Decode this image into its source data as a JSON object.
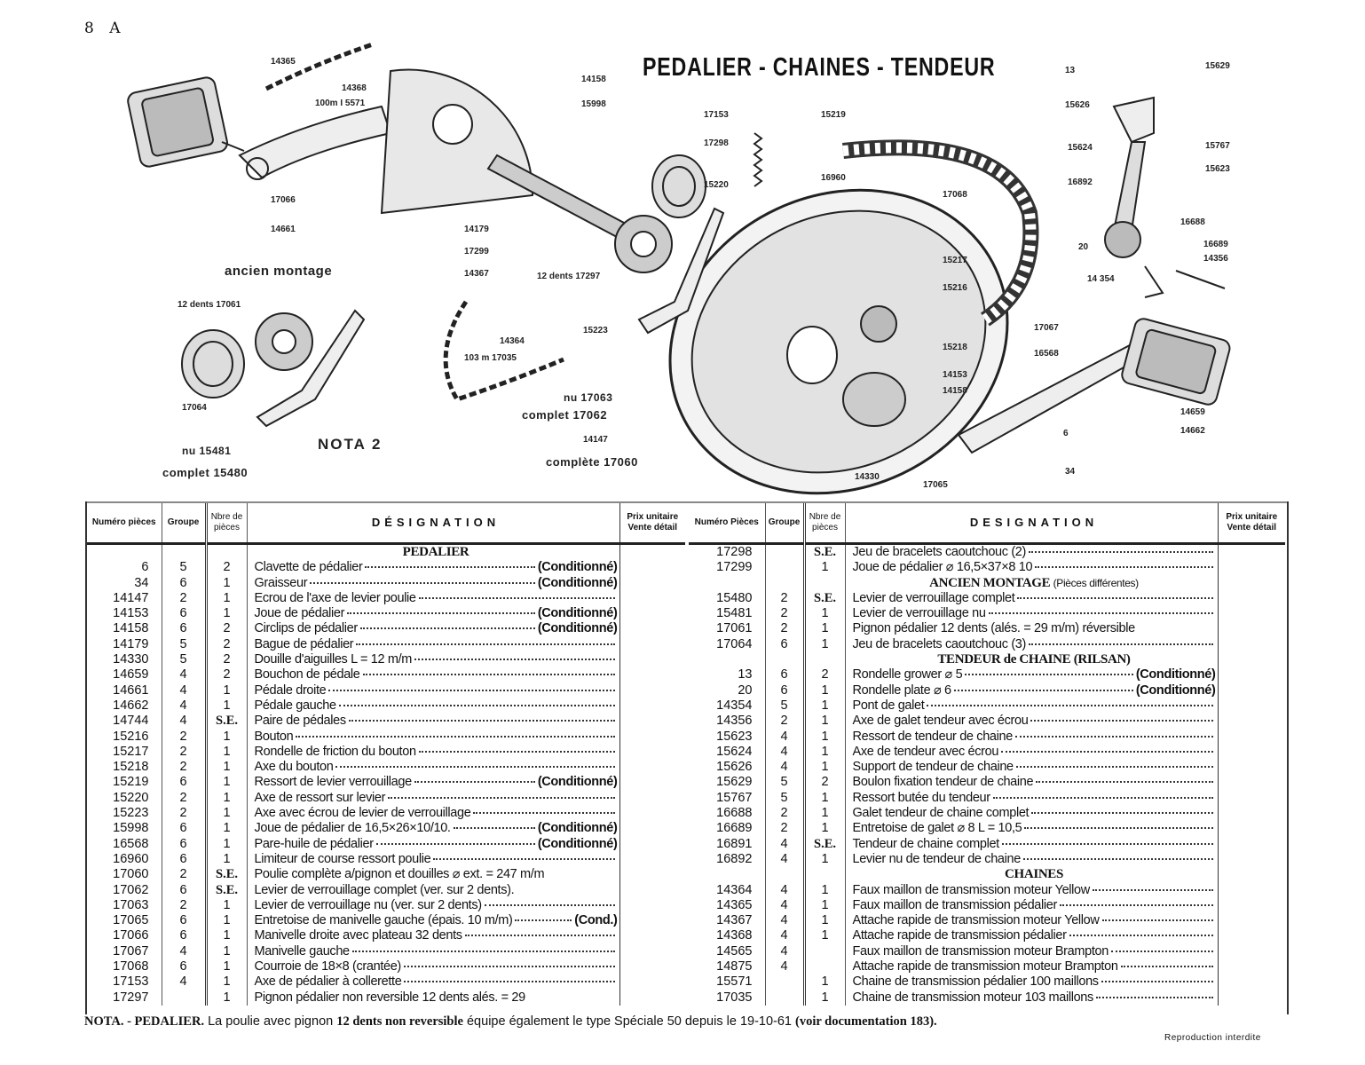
{
  "page": {
    "number": "8 A",
    "title": "PEDALIER - CHAINES - TENDEUR",
    "reproduction": "Reproduction interdite"
  },
  "diagram_labels": {
    "l14365": "14365",
    "l14368": "14368",
    "l15571": "100m I 5571",
    "l14158a": "14158",
    "l15998": "15998",
    "l17153": "17153",
    "l15219": "15219",
    "l13": "13",
    "l15629": "15629",
    "l15626": "15626",
    "l17298": "17298",
    "l15624": "15624",
    "l15767": "15767",
    "l15623": "15623",
    "l16892": "16892",
    "l15220": "15220",
    "l16960": "16960",
    "l17068": "17068",
    "l17066": "17066",
    "l14661": "14661",
    "l14179": "14179",
    "l17299": "17299",
    "l16688": "16688",
    "l20": "20",
    "l16689": "16689",
    "l14356": "14356",
    "ancien": "ancien montage",
    "l15217": "15217",
    "l14367": "14367",
    "l17297": "12 dents 17297",
    "l14354": "14 354",
    "l15216": "15216",
    "l17061": "12 dents 17061",
    "l14364": "14364",
    "l15223": "15223",
    "l17067": "17067",
    "l15218": "15218",
    "l17035": "103 m 17035",
    "l16568": "16568",
    "l14153": "14153",
    "l14158b": "14158",
    "l17063": "nu 17063",
    "l17064": "17064",
    "l17062": "complet 17062",
    "l14659": "14659",
    "l14662": "14662",
    "l6": "6",
    "l14147": "14147",
    "nota2": "NOTA 2",
    "l15481": "nu 15481",
    "l34": "34",
    "l17060": "complète 17060",
    "l14330": "14330",
    "l17065": "17065",
    "l15480": "complet 15480"
  },
  "table_headers_left": {
    "num": "Numéro pièces",
    "groupe": "Groupe",
    "nbre": "Nbre de pièces",
    "designation": "DÉSIGNATION",
    "prix": "Prix unitaire Vente détail"
  },
  "table_headers_right": {
    "num": "Numéro Pièces",
    "groupe": "Groupe",
    "nbre": "Nbre de pièces",
    "designation": "DESIGNATION",
    "prix": "Prix unitaire Vente détail"
  },
  "left_rows": [
    {
      "section": "PEDALIER"
    },
    {
      "num": "6",
      "grp": "5",
      "nb": "2",
      "des": "Clavette de pédalier",
      "suffix": "(Conditionné)"
    },
    {
      "num": "34",
      "grp": "6",
      "nb": "1",
      "des": "Graisseur",
      "suffix": "(Conditionné)"
    },
    {
      "num": "14147",
      "grp": "2",
      "nb": "1",
      "des": "Ecrou de l'axe de levier poulie",
      "suffix": ""
    },
    {
      "num": "14153",
      "grp": "6",
      "nb": "1",
      "des": "Joue de pédalier",
      "suffix": "(Conditionné)"
    },
    {
      "num": "14158",
      "grp": "6",
      "nb": "2",
      "des": "Circlips de pédalier",
      "suffix": "(Conditionné)"
    },
    {
      "num": "14179",
      "grp": "5",
      "nb": "2",
      "des": "Bague de pédalier",
      "suffix": ""
    },
    {
      "num": "14330",
      "grp": "5",
      "nb": "2",
      "des": "Douille d'aiguilles L = 12 m/m",
      "suffix": ""
    },
    {
      "num": "14659",
      "grp": "4",
      "nb": "2",
      "des": "Bouchon de pédale",
      "suffix": ""
    },
    {
      "num": "14661",
      "grp": "4",
      "nb": "1",
      "des": "Pédale droite",
      "suffix": ""
    },
    {
      "num": "14662",
      "grp": "4",
      "nb": "1",
      "des": "Pédale gauche",
      "suffix": ""
    },
    {
      "num": "14744",
      "grp": "4",
      "nb": "S.E.",
      "des": "Paire de pédales",
      "suffix": ""
    },
    {
      "num": "15216",
      "grp": "2",
      "nb": "1",
      "des": "Bouton",
      "suffix": ""
    },
    {
      "num": "15217",
      "grp": "2",
      "nb": "1",
      "des": "Rondelle de friction du bouton",
      "suffix": ""
    },
    {
      "num": "15218",
      "grp": "2",
      "nb": "1",
      "des": "Axe du bouton",
      "suffix": ""
    },
    {
      "num": "15219",
      "grp": "6",
      "nb": "1",
      "des": "Ressort de levier verrouillage",
      "suffix": "(Conditionné)"
    },
    {
      "num": "15220",
      "grp": "2",
      "nb": "1",
      "des": "Axe de ressort sur levier",
      "suffix": ""
    },
    {
      "num": "15223",
      "grp": "2",
      "nb": "1",
      "des": "Axe avec écrou de levier de verrouillage",
      "suffix": ""
    },
    {
      "num": "15998",
      "grp": "6",
      "nb": "1",
      "des": "Joue de pédalier de 16,5×26×10/10.",
      "suffix": "(Conditionné)"
    },
    {
      "num": "16568",
      "grp": "6",
      "nb": "1",
      "des": "Pare-huile de pédalier",
      "suffix": "(Conditionné)"
    },
    {
      "num": "16960",
      "grp": "6",
      "nb": "1",
      "des": "Limiteur de course ressort poulie",
      "suffix": ""
    },
    {
      "num": "17060",
      "grp": "2",
      "nb": "S.E.",
      "des": "Poulie complète a/pignon et douilles ⌀ ext. = 247 m/m",
      "suffix": "",
      "nodots": true
    },
    {
      "num": "17062",
      "grp": "6",
      "nb": "S.E.",
      "des": "Levier de verrouillage complet (ver. sur 2 dents).",
      "suffix": "",
      "nodots": true
    },
    {
      "num": "17063",
      "grp": "2",
      "nb": "1",
      "des": "Levier de verrouillage nu (ver. sur 2 dents)",
      "suffix": ""
    },
    {
      "num": "17065",
      "grp": "6",
      "nb": "1",
      "des": "Entretoise de manivelle gauche (épais. 10 m/m)",
      "suffix": "(Cond.)"
    },
    {
      "num": "17066",
      "grp": "6",
      "nb": "1",
      "des": "Manivelle droite avec plateau 32 dents",
      "suffix": ""
    },
    {
      "num": "17067",
      "grp": "4",
      "nb": "1",
      "des": "Manivelle gauche",
      "suffix": ""
    },
    {
      "num": "17068",
      "grp": "6",
      "nb": "1",
      "des": "Courroie de 18×8 (crantée)",
      "suffix": ""
    },
    {
      "num": "17153",
      "grp": "4",
      "nb": "1",
      "des": "Axe de pédalier à collerette",
      "suffix": ""
    },
    {
      "num": "17297",
      "grp": "",
      "nb": "1",
      "des": "Pignon pédalier non reversible 12 dents alés. = 29",
      "suffix": "",
      "nodots": true
    }
  ],
  "right_rows": [
    {
      "num": "17298",
      "grp": "",
      "nb": "S.E.",
      "des": "Jeu de bracelets caoutchouc (2)",
      "suffix": ""
    },
    {
      "num": "17299",
      "grp": "",
      "nb": "1",
      "des": "Joue de pédalier ⌀ 16,5×37×8 10",
      "suffix": ""
    },
    {
      "section": "ANCIEN MONTAGE",
      "sub": "(Pièces différentes)"
    },
    {
      "num": "15480",
      "grp": "2",
      "nb": "S.E.",
      "des": "Levier de verrouillage complet",
      "suffix": ""
    },
    {
      "num": "15481",
      "grp": "2",
      "nb": "1",
      "des": "Levier de verrouillage nu",
      "suffix": ""
    },
    {
      "num": "17061",
      "grp": "2",
      "nb": "1",
      "des": "Pignon pédalier 12 dents (alés. = 29 m/m) réversible",
      "suffix": "",
      "nodots": true
    },
    {
      "num": "17064",
      "grp": "6",
      "nb": "1",
      "des": "Jeu de bracelets caoutchouc (3)",
      "suffix": ""
    },
    {
      "section": "TENDEUR de CHAINE (RILSAN)"
    },
    {
      "num": "13",
      "grp": "6",
      "nb": "2",
      "des": "Rondelle grower ⌀ 5",
      "suffix": "(Conditionné)"
    },
    {
      "num": "20",
      "grp": "6",
      "nb": "1",
      "des": "Rondelle plate ⌀ 6",
      "suffix": "(Conditionné)"
    },
    {
      "num": "14354",
      "grp": "5",
      "nb": "1",
      "des": "Pont de galet",
      "suffix": ""
    },
    {
      "num": "14356",
      "grp": "2",
      "nb": "1",
      "des": "Axe de galet tendeur avec écrou",
      "suffix": ""
    },
    {
      "num": "15623",
      "grp": "4",
      "nb": "1",
      "des": "Ressort de tendeur de chaine",
      "suffix": ""
    },
    {
      "num": "15624",
      "grp": "4",
      "nb": "1",
      "des": "Axe de tendeur avec écrou",
      "suffix": ""
    },
    {
      "num": "15626",
      "grp": "4",
      "nb": "1",
      "des": "Support de tendeur de chaine",
      "suffix": ""
    },
    {
      "num": "15629",
      "grp": "5",
      "nb": "2",
      "des": "Boulon fixation tendeur de chaine",
      "suffix": ""
    },
    {
      "num": "15767",
      "grp": "5",
      "nb": "1",
      "des": "Ressort butée du tendeur",
      "suffix": ""
    },
    {
      "num": "16688",
      "grp": "2",
      "nb": "1",
      "des": "Galet tendeur de chaine complet",
      "suffix": ""
    },
    {
      "num": "16689",
      "grp": "2",
      "nb": "1",
      "des": "Entretoise de galet ⌀ 8 L = 10,5",
      "suffix": ""
    },
    {
      "num": "16891",
      "grp": "4",
      "nb": "S.E.",
      "des": "Tendeur de chaine complet",
      "suffix": ""
    },
    {
      "num": "16892",
      "grp": "4",
      "nb": "1",
      "des": "Levier nu de tendeur de chaine",
      "suffix": ""
    },
    {
      "section": "CHAINES"
    },
    {
      "num": "14364",
      "grp": "4",
      "nb": "1",
      "des": "Faux maillon de transmission moteur Yellow",
      "suffix": ""
    },
    {
      "num": "14365",
      "grp": "4",
      "nb": "1",
      "des": "Faux maillon de transmission pédalier",
      "suffix": ""
    },
    {
      "num": "14367",
      "grp": "4",
      "nb": "1",
      "des": "Attache rapide de transmission moteur Yellow",
      "suffix": ""
    },
    {
      "num": "14368",
      "grp": "4",
      "nb": "1",
      "des": "Attache rapide de transmission pédalier",
      "suffix": ""
    },
    {
      "num": "14565",
      "grp": "4",
      "nb": "",
      "des": "Faux maillon de transmission moteur Brampton",
      "suffix": ""
    },
    {
      "num": "14875",
      "grp": "4",
      "nb": "",
      "des": "Attache rapide de transmission moteur Brampton",
      "suffix": ""
    },
    {
      "num": "15571",
      "grp": "",
      "nb": "1",
      "des": "Chaine de transmission pédalier 100 maillons",
      "suffix": ""
    },
    {
      "num": "17035",
      "grp": "",
      "nb": "1",
      "des": "Chaine de transmission moteur 103 maillons",
      "suffix": ""
    }
  ],
  "note": {
    "b1": "NOTA. - PEDALIER.",
    "t1": " La poulie avec pignon ",
    "b2": "12 dents non reversible",
    "t2": " équipe également le type Spéciale 50 depuis le 19-10-61 ",
    "b3": "(voir documentation 183)."
  }
}
